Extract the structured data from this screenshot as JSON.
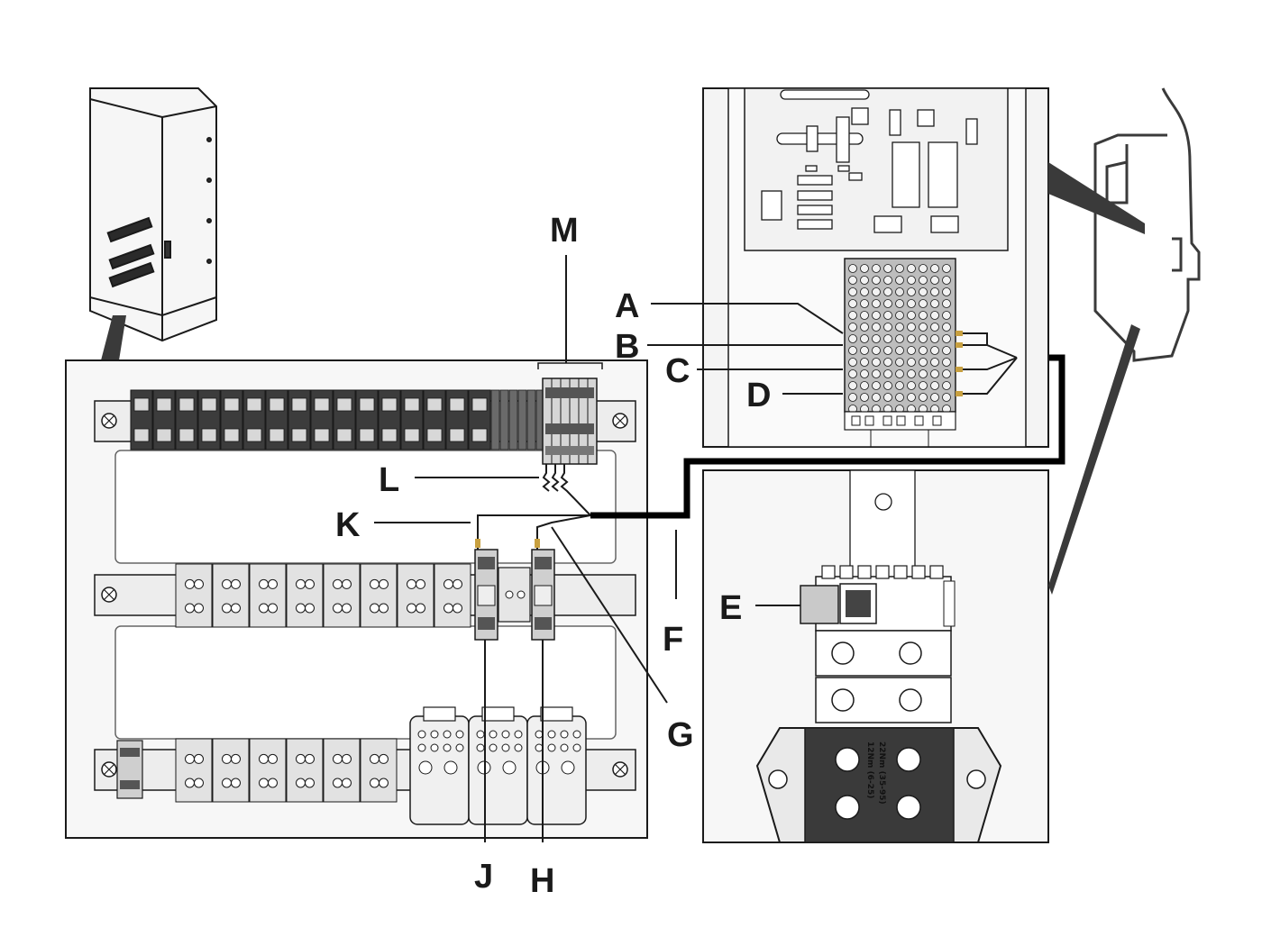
{
  "callouts": {
    "a": "A",
    "b": "B",
    "c": "C",
    "d": "D",
    "e": "E",
    "f": "F",
    "g": "G",
    "h": "H",
    "j": "J",
    "k": "K",
    "l": "L",
    "m": "M"
  },
  "block_labels": {
    "torque_line1": "12Nm (6-25)",
    "torque_line2": "22Nm (35-95)"
  },
  "colors": {
    "line": "#1a1a1a",
    "panel_fill": "#f4f4f4",
    "cable": "#000000",
    "accent_gold": "#c8a040",
    "arrow_gray": "#3a3a3a"
  }
}
